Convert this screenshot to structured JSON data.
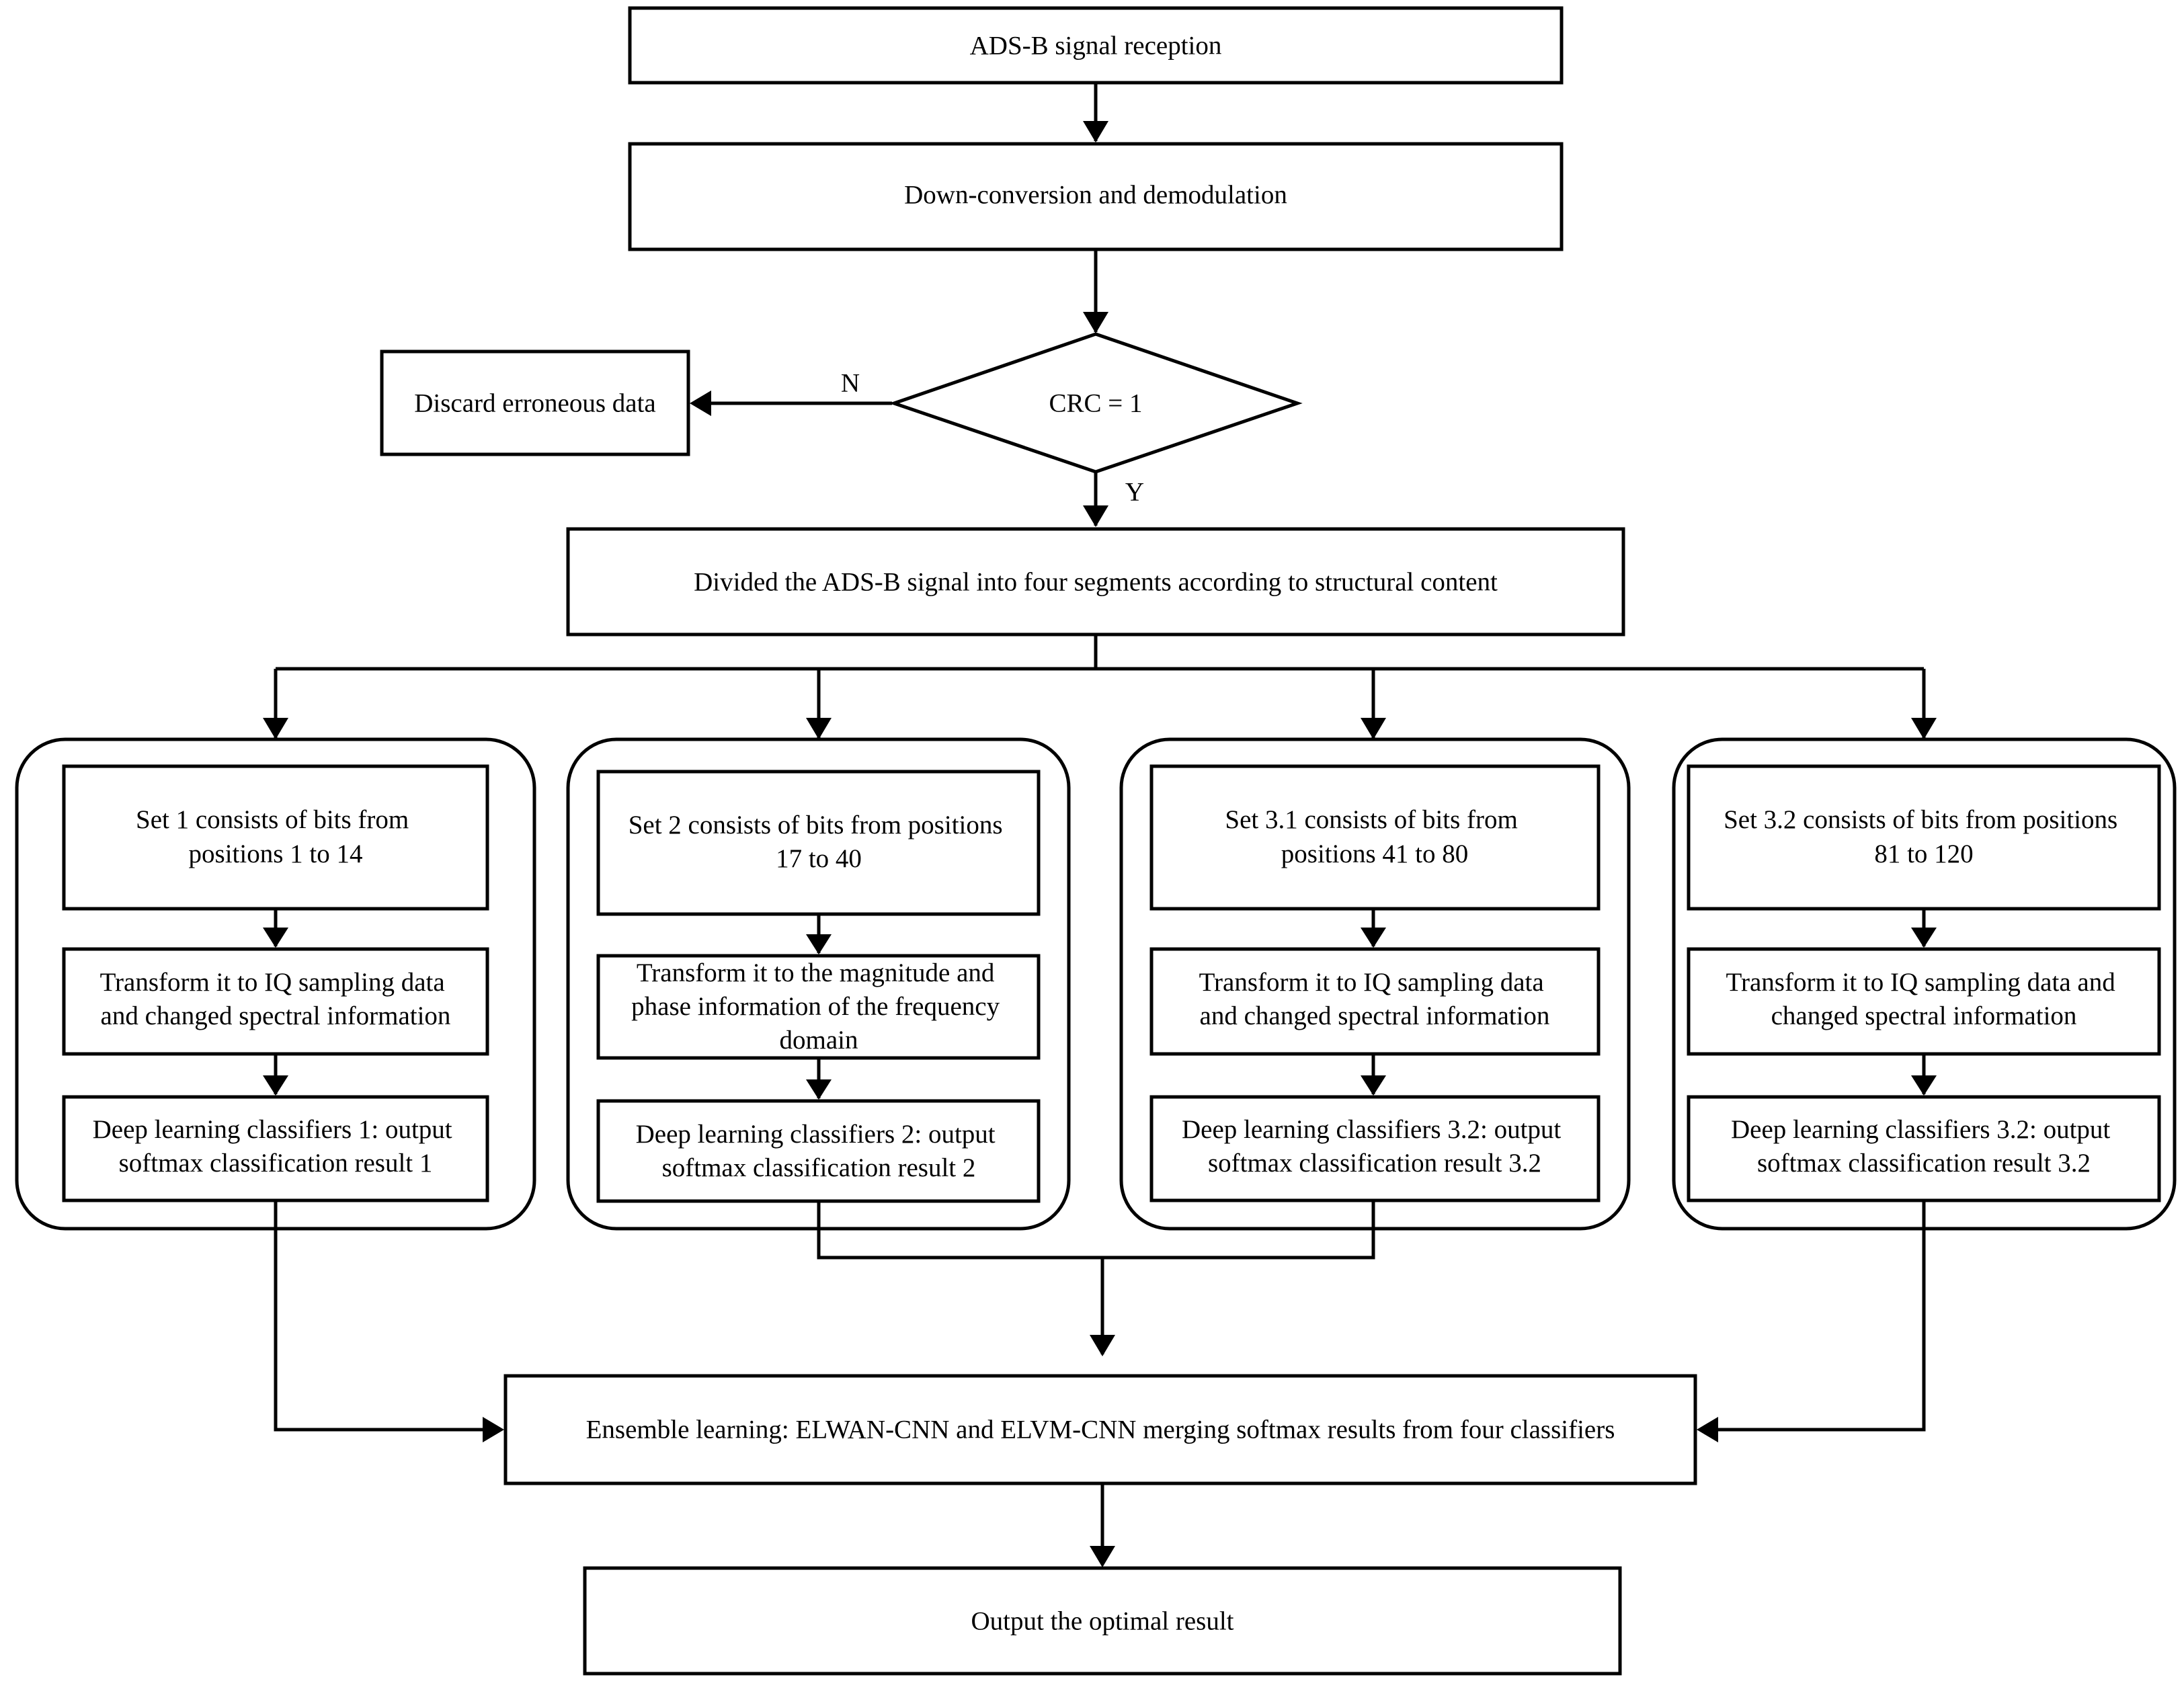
{
  "nodes": {
    "reception": "ADS-B signal reception",
    "downconversion": "Down-conversion and demodulation",
    "crc": "CRC = 1",
    "discard": "Discard erroneous data",
    "divide": "Divided the ADS-B signal into four segments according to structural content",
    "set1": {
      "bits": [
        "Set 1 consists of bits from",
        "positions 1 to 14"
      ],
      "transform": [
        "Transform it to IQ sampling data",
        "and changed spectral information"
      ],
      "classifier": [
        "Deep learning classifiers 1: output",
        "softmax classification result 1"
      ]
    },
    "set2": {
      "bits": [
        "Set 2 consists of bits from positions",
        "17 to 40"
      ],
      "transform": [
        "Transform it to the magnitude and",
        "phase information of the frequency",
        "domain"
      ],
      "classifier": [
        "Deep learning classifiers 2: output",
        "softmax classification result 2"
      ]
    },
    "set31": {
      "bits": [
        "Set 3.1 consists of bits from",
        "positions 41 to 80"
      ],
      "transform": [
        "Transform it to IQ sampling data",
        "and changed spectral information"
      ],
      "classifier": [
        "Deep learning classifiers 3.2: output",
        "softmax classification result 3.2"
      ]
    },
    "set32": {
      "bits": [
        "Set 3.2 consists of bits from positions",
        "81 to 120"
      ],
      "transform": [
        "Transform it to IQ sampling data and",
        "changed spectral information"
      ],
      "classifier": [
        "Deep learning classifiers 3.2: output",
        "softmax classification result 3.2"
      ]
    },
    "ensemble": "Ensemble learning: ELWAN-CNN and ELVM-CNN merging softmax results from four classifiers",
    "output": "Output the optimal result"
  },
  "edge_labels": {
    "no": "N",
    "yes": "Y"
  }
}
